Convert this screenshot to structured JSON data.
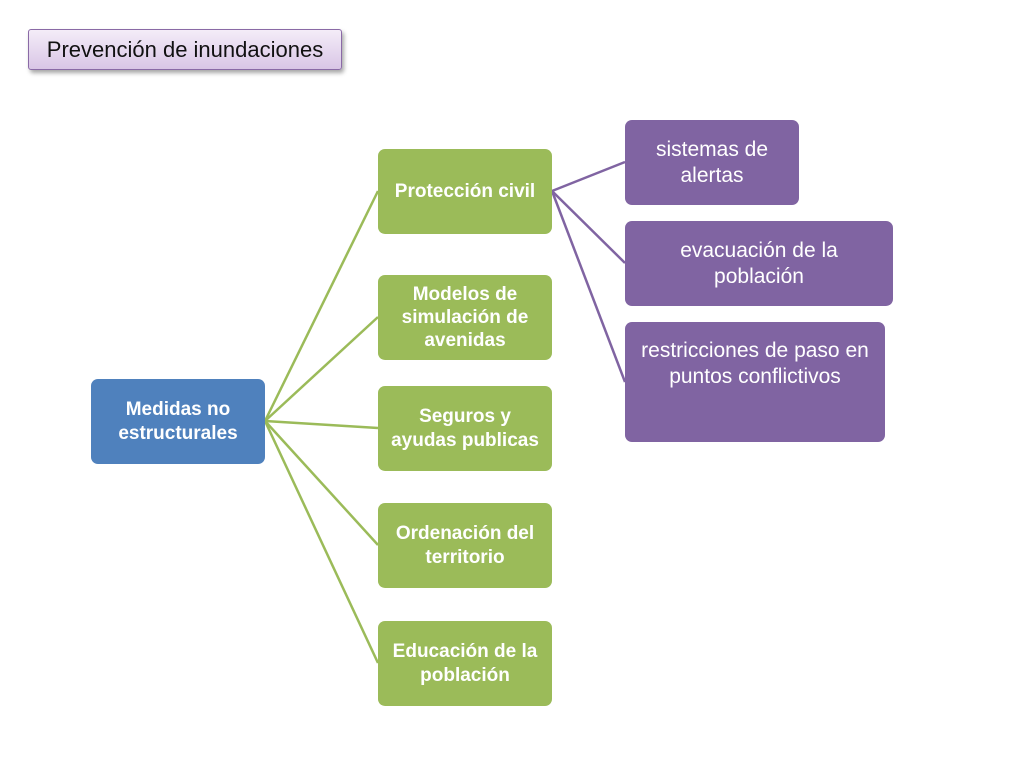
{
  "title": "Prevención de inundaciones",
  "colors": {
    "root": "#4f81bd",
    "level1": "#9bbb59",
    "level2": "#8064a2",
    "connector_level1": "#9bbb59",
    "connector_level2": "#8064a2"
  },
  "diagram": {
    "root": {
      "label": "Medidas no\nestructurales"
    },
    "level1": [
      {
        "label": "Protección civil"
      },
      {
        "label": "Modelos de simulación de avenidas"
      },
      {
        "label": "Seguros y ayudas publicas"
      },
      {
        "label": "Ordenación del territorio"
      },
      {
        "label": "Educación de la población"
      }
    ],
    "level2": [
      {
        "label": "sistemas de alertas"
      },
      {
        "label": "evacuación de la población"
      },
      {
        "label": "restricciones de paso en puntos conflictivos"
      }
    ]
  }
}
